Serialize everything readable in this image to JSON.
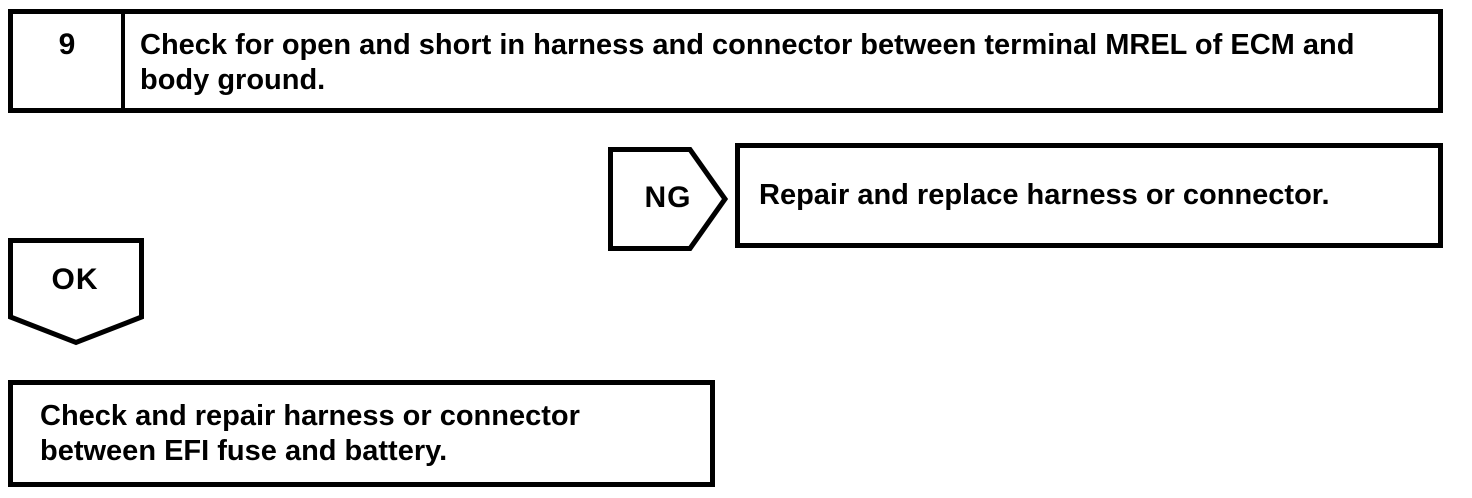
{
  "colors": {
    "ink": "#000000",
    "paper": "#ffffff"
  },
  "step": {
    "number": "9",
    "instruction": "Check for open and short in harness and connector between terminal MREL of ECM and body ground."
  },
  "ng_branch": {
    "label": "NG",
    "action": "Repair and replace harness or connector."
  },
  "ok_branch": {
    "label": "OK",
    "action": "Check and repair harness or connector between EFI fuse and battery."
  }
}
